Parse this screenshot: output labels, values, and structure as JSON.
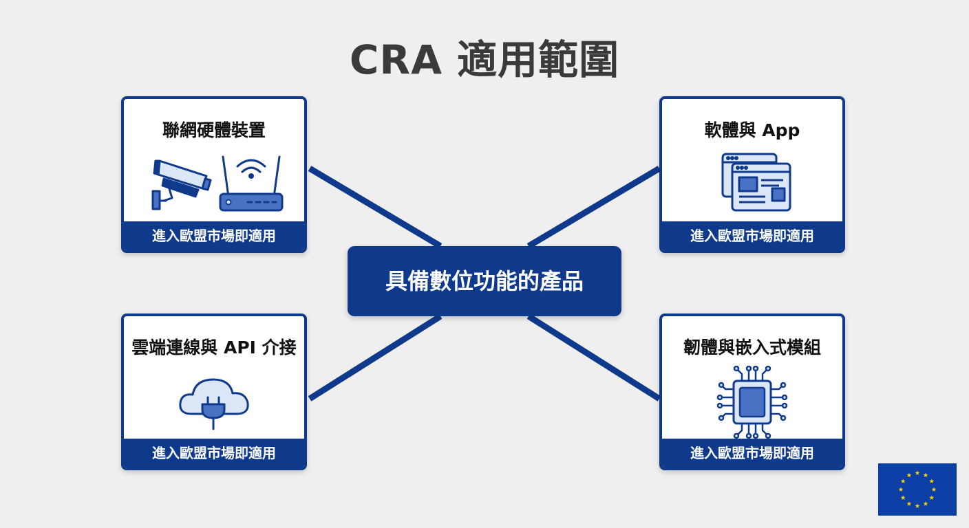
{
  "title": "CRA 適用範圍",
  "center_label": "具備數位功能的產品",
  "cards": [
    {
      "title": "聯網硬體裝置",
      "footer": "進入歐盟市場即適用",
      "icons": [
        "security-camera-icon",
        "wifi-router-icon"
      ]
    },
    {
      "title": "軟體與 App",
      "footer": "進入歐盟市場即適用",
      "icons": [
        "app-windows-icon"
      ]
    },
    {
      "title": "雲端連線與 API 介接",
      "footer": "進入歐盟市場即適用",
      "icons": [
        "cloud-plug-icon"
      ]
    },
    {
      "title": "韌體與嵌入式模組",
      "footer": "進入歐盟市場即適用",
      "icons": [
        "microchip-icon"
      ]
    }
  ],
  "colors": {
    "primary": "#0f3a8c",
    "icon_fill": "#dbe6f7",
    "icon_accent": "#4a72c4",
    "background": "#efefef",
    "flag_blue": "#0b3fa6",
    "flag_star": "#f5d200"
  },
  "flag_icon": "eu-flag-icon"
}
